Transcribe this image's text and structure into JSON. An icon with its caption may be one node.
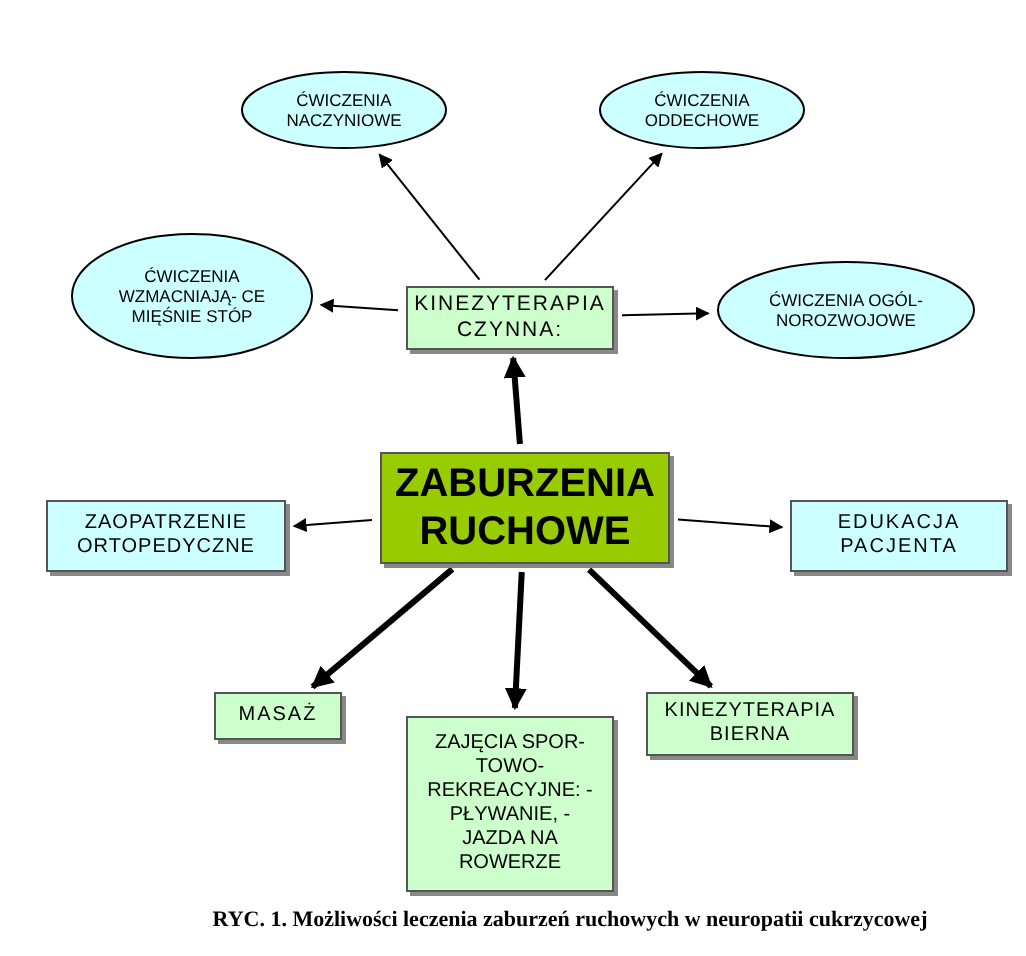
{
  "diagram": {
    "caption": "RYC. 1. Możliwości leczenia zaburzeń ruchowych w neuropatii cukrzycowej",
    "nodes": [
      {
        "text": [
          "ZABURZENIA RUCHOWE"
        ]
      },
      {
        "text": [
          "KINEZYTERAPIA CZYNNA:"
        ]
      },
      {
        "text": [
          "ĆWICZENIA NACZYNIOWE"
        ]
      },
      {
        "text": [
          "ĆWICZENIA ODDECHOWE"
        ]
      },
      {
        "text": [
          "ĆWICZENIA WZMACNIAJĄ- CE MIĘŚNIE STÓP"
        ]
      },
      {
        "text": [
          "ĆWICZENIA OGÓL- NOROZWOJOWE"
        ]
      },
      {
        "text": [
          "ZAOPATRZENIE ORTOPEDYCZNE"
        ]
      },
      {
        "text": [
          "EDUKACJA PACJENTA"
        ]
      },
      {
        "text": [
          "MASAŻ"
        ]
      },
      {
        "text": [
          "ZAJĘCIA SPOR- TOWO- REKREACYJNE: -PŁYWANIE, -JAZDA NA ROWERZE"
        ]
      },
      {
        "text": [
          "KINEZYTERAPIA BIERNA"
        ]
      }
    ],
    "edges": [
      {
        "from": 0,
        "to": 1,
        "arrow": "to",
        "style": "thick"
      },
      {
        "from": 1,
        "to": 2,
        "arrow": "to"
      },
      {
        "from": 1,
        "to": 3,
        "arrow": "to"
      },
      {
        "from": 1,
        "to": 4,
        "arrow": "to"
      },
      {
        "from": 1,
        "to": 5,
        "arrow": "to"
      },
      {
        "from": 0,
        "to": 6,
        "arrow": "to"
      },
      {
        "from": 0,
        "to": 7,
        "arrow": "to"
      },
      {
        "from": 0,
        "to": 8,
        "arrow": "to",
        "style": "thick"
      },
      {
        "from": 0,
        "to": 9,
        "arrow": "to",
        "style": "thick"
      },
      {
        "from": 0,
        "to": 10,
        "arrow": "to",
        "style": "thick"
      }
    ]
  }
}
